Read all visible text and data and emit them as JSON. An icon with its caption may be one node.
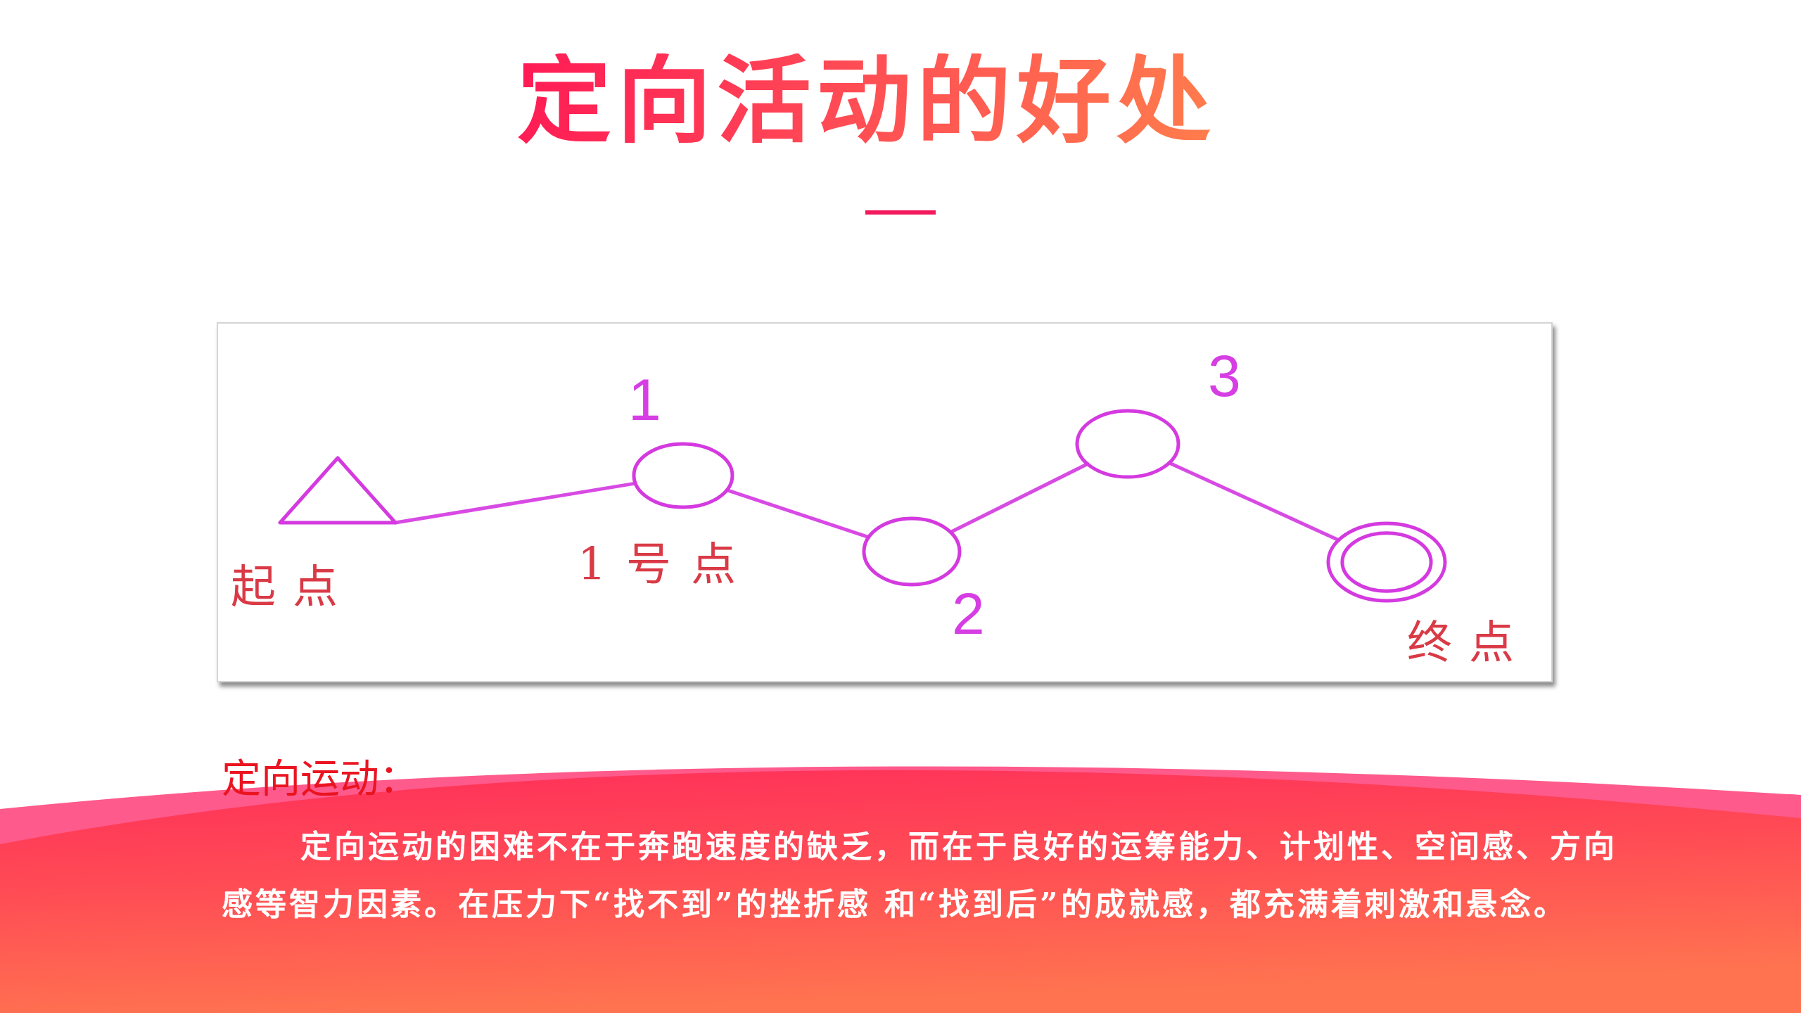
{
  "diagram": {
    "title": "定向活动的好处",
    "nodes": [
      {
        "text": [],
        "shape": "triangle",
        "beside": [
          "起点"
        ]
      },
      {
        "text": [],
        "shape": "circle",
        "beside": [
          "1",
          "1号点"
        ]
      },
      {
        "text": [],
        "shape": "circle",
        "beside": [
          "2"
        ]
      },
      {
        "text": [],
        "shape": "circle",
        "beside": [
          "3"
        ]
      },
      {
        "text": [],
        "shape": "ring",
        "beside": [
          "终点"
        ]
      }
    ],
    "edges": [
      {
        "from": 0,
        "to": 1,
        "arrow": "none"
      },
      {
        "from": 1,
        "to": 2,
        "arrow": "none"
      },
      {
        "from": 2,
        "to": 3,
        "arrow": "none"
      },
      {
        "from": 3,
        "to": 4,
        "arrow": "none"
      }
    ],
    "labels": [
      "定向运动：",
      "定向运动的困难不在于奔跑速度的缺乏，而在于良好的运筹能力、计划性、空间感、方向感等智力因素。在压力下“找不到”的挫折感 和“找到后”的成就感，都充满着刺激和悬念。"
    ]
  }
}
